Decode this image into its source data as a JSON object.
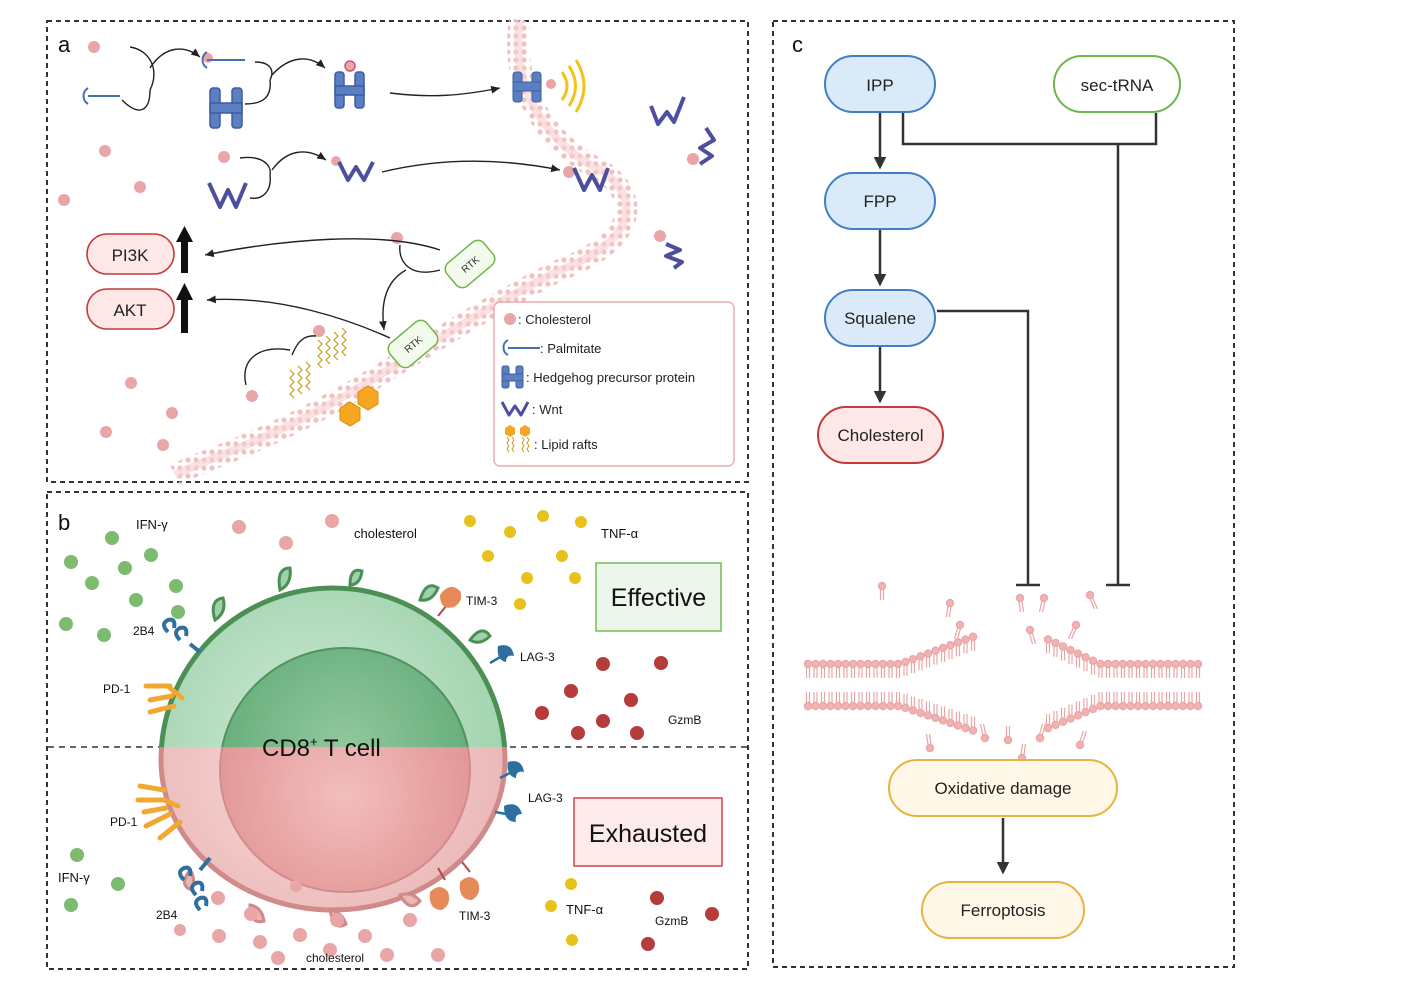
{
  "panel_a": {
    "label": "a",
    "pi3k": "PI3K",
    "akt": "AKT",
    "rtk_label": "RTK",
    "legend": {
      "cholesterol": ": Cholesterol",
      "palmitate": ": Palmitate",
      "hedgehog": ": Hedgehog precursor protein",
      "wnt": ": Wnt",
      "lipid_rafts": ": Lipid rafts"
    }
  },
  "panel_b": {
    "label": "b",
    "cell_label_main": "CD8",
    "cell_label_sup": "+",
    "cell_label_tail": " T cell",
    "effective": "Effective",
    "exhausted": "Exhausted",
    "top": {
      "ifn": "IFN-γ",
      "cholesterol": "cholesterol",
      "tnf": "TNF-α",
      "tim3": "TIM-3",
      "b24": "2B4",
      "lag3": "LAG-3",
      "pd1": "PD-1",
      "gzmb": "GzmB"
    },
    "bottom": {
      "lag3": "LAG-3",
      "pd1": "PD-1",
      "ifn": "IFN-γ",
      "b24": "2B4",
      "tim3": "TIM-3",
      "tnf": "TNF-α",
      "gzmb": "GzmB",
      "cholesterol": "cholesterol"
    }
  },
  "panel_c": {
    "label": "c",
    "ipp": "IPP",
    "sec_trna": "sec-tRNA",
    "fpp": "FPP",
    "squalene": "Squalene",
    "cholesterol": "Cholesterol",
    "oxidative": "Oxidative damage",
    "ferroptosis": "Ferroptosis"
  },
  "colors": {
    "cholesterol_dot": "#e9a6a6",
    "ifn_dot": "#7dbb6e",
    "tnf_dot": "#e8c21c",
    "gzmb_dot": "#b63b3b",
    "blue_node_fill": "#dbeaf8",
    "blue_node_stroke": "#3f7fc4",
    "green_node_stroke": "#6fb54c",
    "red_node_fill": "#fde7e7",
    "red_node_stroke": "#c43a3a",
    "orange_node_fill": "#fff8e8",
    "orange_node_stroke": "#e8b23e"
  }
}
